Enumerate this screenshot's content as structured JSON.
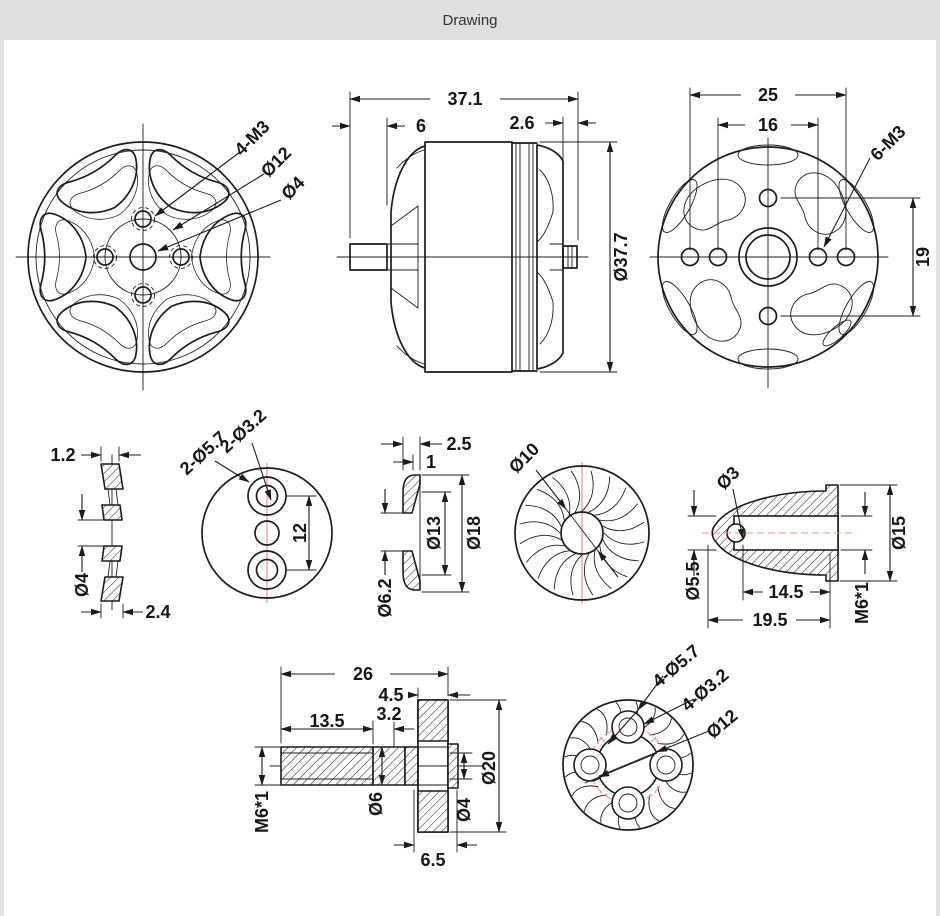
{
  "header": {
    "title": "Drawing"
  },
  "views": {
    "front": {
      "labels": {
        "mount_holes": "4-M3",
        "bolt_circle": "Ø12",
        "shaft_hole": "Ø4"
      }
    },
    "side": {
      "dims": {
        "overall_length": "37.1",
        "shaft_length": "6",
        "rear_width": "2.6",
        "body_diameter": "Ø37.7"
      }
    },
    "rear": {
      "dims": {
        "outer_hole_spacing": "25",
        "inner_hole_spacing": "16",
        "thread_holes": "6-M3",
        "vertical_hole_spacing": "19"
      }
    },
    "washer": {
      "dims": {
        "rim_thickness": "1.2",
        "bore": "Ø4",
        "overall_thickness": "2.4"
      }
    },
    "prop_disc": {
      "dims": {
        "small_holes": "2-Ø3.2",
        "large_holes": "2-Ø5.7",
        "hole_spacing": "12"
      }
    },
    "cone_washer": {
      "dims": {
        "overall_width": "2.5",
        "rim_width": "1",
        "cone_diameter": "Ø13",
        "outer_diameter": "Ø18",
        "bore": "Ø6.2"
      }
    },
    "swirl_disc": {
      "dims": {
        "bore": "Ø10"
      }
    },
    "spinner": {
      "dims": {
        "nose_hole": "Ø3",
        "nose_diameter": "Ø5.5",
        "bore_depth": "14.5",
        "overall_length": "19.5",
        "outer_diameter": "Ø15",
        "thread": "M6*1"
      }
    },
    "adapter": {
      "dims": {
        "overall_length": "26",
        "flange_width": "4.5",
        "thread_length": "13.5",
        "step_width": "3.2",
        "thread": "M6*1",
        "shaft_diameter": "Ø6",
        "bore": "Ø4",
        "flange_diameter": "Ø20",
        "hub_width": "6.5"
      }
    },
    "prop_disc_4hole": {
      "dims": {
        "large_holes": "4-Ø5.7",
        "small_holes": "4-Ø3.2",
        "bore": "Ø12"
      }
    }
  }
}
